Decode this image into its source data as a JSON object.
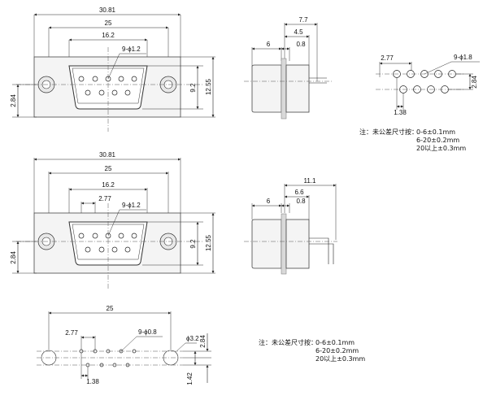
{
  "top_front": {
    "overall_width": "30.81",
    "hole_spacing": "25",
    "shell_width": "16.2",
    "pin_callout": "9-ϕ1.2",
    "height_inner": "9.2",
    "height_outer": "12.55",
    "offset_left": "2.84"
  },
  "top_side": {
    "length_total": "7.7",
    "length_mid": "4.5",
    "flange_thk": "0.8",
    "front_depth": "6"
  },
  "pcb_top": {
    "pitch": "2.77",
    "hole_callout": "9-ϕ1.8",
    "row_spacing": "2.84",
    "stagger": "1.38"
  },
  "note1": {
    "label": "注：未公差尺寸按：",
    "line1": "0-6±0.1mm",
    "line2": "6-20±0.2mm",
    "line3": "20以上±0.3mm"
  },
  "bottom_front": {
    "overall_width": "30.81",
    "hole_spacing": "25",
    "shell_width": "16.2",
    "pitch": "2.77",
    "pin_callout": "9-ϕ1.2",
    "height_inner": "9.2",
    "height_outer": "12.55",
    "offset_left": "2.84"
  },
  "bottom_side": {
    "length_total": "11.1",
    "length_mid": "6.6",
    "flange_thk": "0.8",
    "front_depth": "6"
  },
  "pcb_bottom": {
    "hole_spacing": "25",
    "pitch": "2.77",
    "hole_callout": "9-ϕ0.8",
    "mount_callout": "ϕ3.2",
    "row_spacing": "2.84",
    "stagger": "1.38",
    "offset": "1.42"
  },
  "note2": {
    "label": "注：未公差尺寸按：",
    "line1": "0-6±0.1mm",
    "line2": "6-20±0.2mm",
    "line3": "20以上±0.3mm"
  }
}
